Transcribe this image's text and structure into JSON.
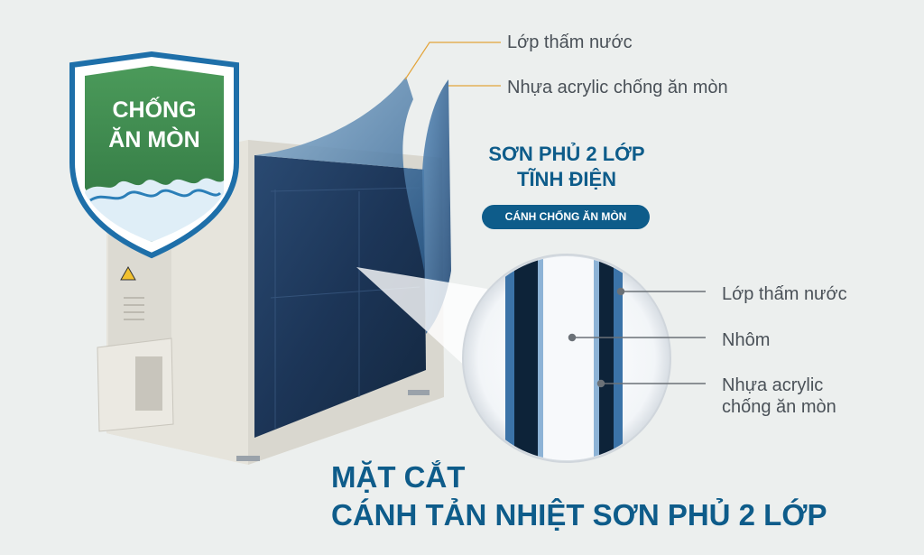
{
  "badge": {
    "line1": "CHỐNG",
    "line2": "ĂN MÒN"
  },
  "top_labels": {
    "water_layer": "Lớp thấm nước",
    "acrylic": "Nhựa acrylic chống ăn mòn"
  },
  "headline": {
    "line1": "SƠN PHỦ 2 LỚP",
    "line2": "TĨNH ĐIỆN"
  },
  "pill": {
    "label": "CÁNH CHỐNG ĂN MÒN"
  },
  "cross_section_labels": {
    "water_layer": "Lớp thấm nước",
    "aluminum": "Nhôm",
    "acrylic_line1": "Nhựa acrylic",
    "acrylic_line2": "chống ăn mòn"
  },
  "bottom_title": {
    "line1": "MẶT CẮT",
    "line2": "CÁNH TẢN NHIỆT SƠN PHỦ 2 LỚP"
  },
  "colors": {
    "brand_blue": "#0e5c8a",
    "shield_green": "#3f8a4e",
    "background": "#ecefee",
    "leader_line": "#e3a43a"
  }
}
